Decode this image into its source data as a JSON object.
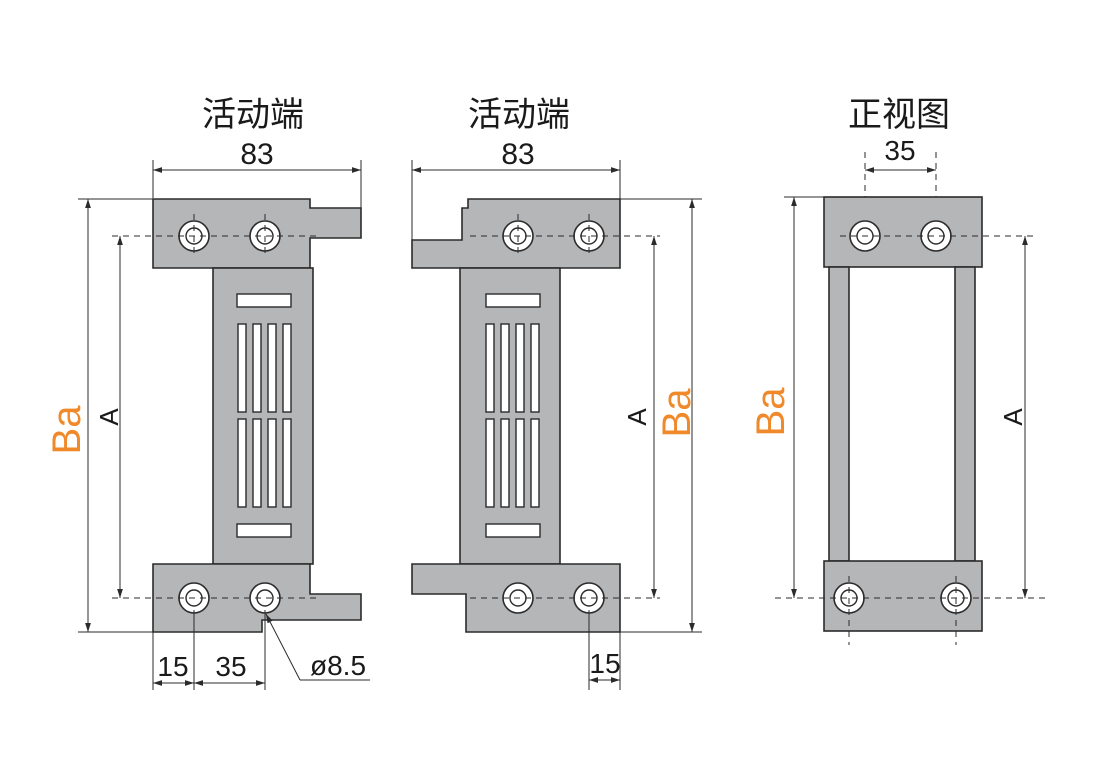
{
  "views": {
    "left": {
      "title": "活动端",
      "width_dim": "83",
      "hole_offset_dim": "15",
      "hole_pitch_dim": "35",
      "hole_dia": "ø8.5",
      "height_outer": "Ba",
      "height_inner": "A"
    },
    "middle": {
      "title": "活动端",
      "width_dim": "83",
      "hole_offset_dim": "15",
      "height_outer": "Ba",
      "height_inner": "A"
    },
    "right": {
      "title": "正视图",
      "hole_pitch_dim": "35",
      "height_outer": "Ba",
      "height_inner": "A"
    }
  },
  "colors": {
    "part_fill": "#b5b6b8",
    "outline": "#2b2b2b",
    "ba_label": "#f0892a"
  }
}
